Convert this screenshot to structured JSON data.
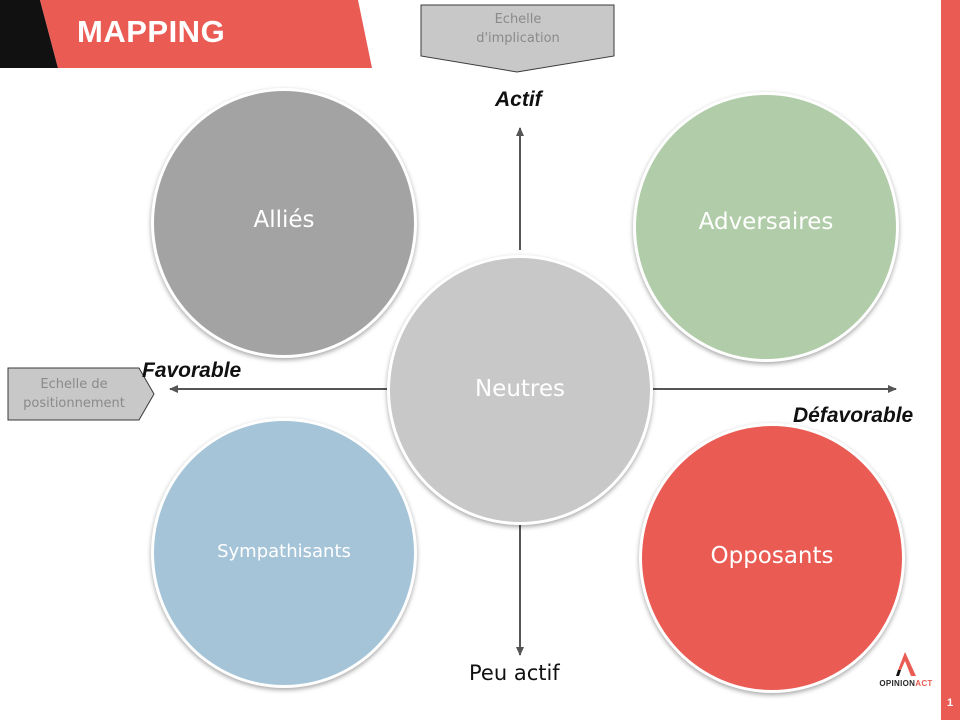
{
  "header": {
    "title": "MAPPING"
  },
  "scales": {
    "vertical": {
      "line1": "Echelle",
      "line2": "d'implication"
    },
    "horizontal": {
      "line1": "Echelle de",
      "line2": "positionnement"
    }
  },
  "poles": {
    "top": "Actif",
    "bottom": "Peu actif",
    "left": "Favorable",
    "right": "Défavorable"
  },
  "groups": {
    "allies": {
      "label": "Alliés",
      "color": "#a3a3a3"
    },
    "adversaires": {
      "label": "Adversaires",
      "color": "#b1cca8"
    },
    "neutres": {
      "label": "Neutres",
      "color": "#c8c8c8"
    },
    "sympathisants": {
      "label": "Sympathisants",
      "color": "#a5c4d7"
    },
    "opposants": {
      "label": "Opposants",
      "color": "#ea5b53"
    }
  },
  "brand": {
    "logo_left": "OPINION",
    "logo_right": "ACT",
    "accent": "#ea5b53"
  },
  "page_number": "1"
}
